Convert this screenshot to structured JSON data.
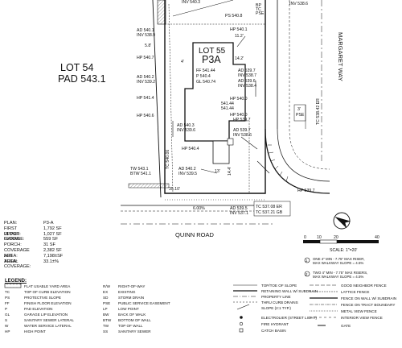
{
  "lots": {
    "lot54": "LOT 54",
    "pad54": "PAD 543.1",
    "lot55": "LOT 55",
    "p3a": "P3A"
  },
  "pad_elevations": {
    "ff": "FF 541.44",
    "p": "P 540.4",
    "gl": "GL 540.74"
  },
  "streets": {
    "quinn": "QUINN ROAD",
    "margaret": "MARGARET WAY"
  },
  "dims": {
    "d1": "11.2'",
    "d2": "5.8'",
    "d3": "4'",
    "d4": "14.2'",
    "d5": "13'",
    "d6": "14.4'",
    "d7": "35.10'",
    "d8": "6.00%",
    "d9": "3'"
  },
  "spots": [
    {
      "label": "AD 540.1"
    },
    {
      "label": "INV 538.9"
    },
    {
      "label": "HP 540.7"
    },
    {
      "label": "AD 540.2"
    },
    {
      "label": "INV 539.2"
    },
    {
      "label": "HP 541.4"
    },
    {
      "label": "HP 540.6"
    },
    {
      "label": "AD 540.3"
    },
    {
      "label": "INV 539.6"
    },
    {
      "label": "AD 540.2"
    },
    {
      "label": "INV 539.5"
    },
    {
      "label": "TW 543.1"
    },
    {
      "label": "BTW 541.1"
    },
    {
      "label": "HP 540.4"
    },
    {
      "label": "PS 540.8"
    },
    {
      "label": "HP 540.1"
    },
    {
      "label": "HP 540.0"
    },
    {
      "label": "AD 539.7"
    },
    {
      "label": "INV 538.7"
    },
    {
      "label": "AD 539.6"
    },
    {
      "label": "INV 538.4"
    },
    {
      "label": "HP 540.0"
    },
    {
      "label": "HP 539.7"
    },
    {
      "label": "AD 539.7"
    },
    {
      "label": "INV 538.6"
    },
    {
      "label": "HP 539.7"
    },
    {
      "label": "AD 539.5"
    },
    {
      "label": "INV 537.1"
    },
    {
      "label": "TC 537.08 ER"
    },
    {
      "label": "TC 537.21 GB"
    },
    {
      "label": "INV 540.3"
    },
    {
      "label": "541.44"
    },
    {
      "label": "541.44"
    },
    {
      "label": "TC 540.06"
    },
    {
      "label": "INV 538.6"
    },
    {
      "label": "TC 538.42 ER"
    },
    {
      "label": "PSE"
    },
    {
      "label": "PSE"
    },
    {
      "label": "TC"
    },
    {
      "label": "BP"
    }
  ],
  "stats": [
    {
      "key": "PLAN:",
      "value": "P3-A"
    },
    {
      "key": "FIRST FLOOR:",
      "value": "1,792 SF"
    },
    {
      "key": "UPPER FLOOR:",
      "value": "1,027 SF"
    },
    {
      "key": "GARAGE:",
      "value": "559 SF"
    },
    {
      "key": "PORCH:",
      "value": "31 SF"
    },
    {
      "key": "COVERAGE AREA:",
      "value": "2,382 SF"
    },
    {
      "key": "LOT AREA:",
      "value": "7,198±SF"
    },
    {
      "key": "TOTAL COVERAGE:",
      "value": "33.1±%"
    }
  ],
  "scale": {
    "ticks": [
      "0",
      "10",
      "20",
      "40"
    ],
    "label": "SCALE: 1\"=20'"
  },
  "legend": {
    "title": "LEGEND:",
    "col1": [
      {
        "code": "",
        "text": "FLAT USABLE YARD AREA"
      },
      {
        "code": "TC",
        "text": "TOP OF CURB ELEVATION"
      },
      {
        "code": "PS",
        "text": "PROTECTIVE SLOPE"
      },
      {
        "code": "FF",
        "text": "FINISH FLOOR ELEVATION"
      },
      {
        "code": "P",
        "text": "PAD ELEVATION"
      },
      {
        "code": "GL",
        "text": "GARAGE LIP ELEVATION"
      },
      {
        "code": "S",
        "text": "SANITARY SEWER LATERAL"
      },
      {
        "code": "W",
        "text": "WATER SERVICE LATERAL"
      },
      {
        "code": "HP",
        "text": "HIGH POINT"
      }
    ],
    "col2": [
      {
        "code": "R/W",
        "text": "RIGHT-OF-WAY"
      },
      {
        "code": "EX",
        "text": "EXISTING"
      },
      {
        "code": "SD",
        "text": "STORM DRAIN"
      },
      {
        "code": "PSE",
        "text": "PUBLIC SERVICE EASEMENT"
      },
      {
        "code": "LP",
        "text": "LOW POINT"
      },
      {
        "code": "BW",
        "text": "BACK OF WALK"
      },
      {
        "code": "BTW",
        "text": "BOTTOM OF WALL"
      },
      {
        "code": "TW",
        "text": "TOP OF WALL"
      },
      {
        "code": "SS",
        "text": "SANITARY SEWER"
      }
    ],
    "col3": [
      {
        "text": "TOP/TOE OF SLOPE"
      },
      {
        "text": "RETAINING WALL W/ SUBDRAIN"
      },
      {
        "text": "PROPERTY LINE"
      },
      {
        "text": "THRU CURB DRAINS"
      },
      {
        "text": "SLOPE (2:1 TYP.)"
      },
      {
        "text": "ELECTROLIER (STREET LIGHT)"
      },
      {
        "text": "FIRE HYDRANT"
      },
      {
        "text": "CATCH BASIN"
      }
    ],
    "col4": [
      {
        "text": "GOOD NEIGHBOR FENCE"
      },
      {
        "text": "LATTICE FENCE"
      },
      {
        "text": "FENCE ON WALL W/ SUBDRAIN"
      },
      {
        "text": "FENCE ON TRACT BOUNDARY"
      },
      {
        "text": "METAL VIEW FENCE"
      },
      {
        "text": "INTERIOR VIEW FENCE"
      },
      {
        "text": "GATE"
      }
    ],
    "notes": [
      {
        "num": "1",
        "lines": [
          "ONE 4\" MIN - 7.75\" MAX RISER,",
          "MAX WALKWAY SLOPE = 4.5%"
        ]
      },
      {
        "num": "2",
        "lines": [
          "TWO 4\" MIN - 7.75\" MAX RISERS,",
          "MAX WALKWAY SLOPE = 4.5%"
        ]
      }
    ]
  },
  "colors": {
    "ink": "#111111",
    "hatch": "#555555",
    "paper": "#ffffff"
  }
}
